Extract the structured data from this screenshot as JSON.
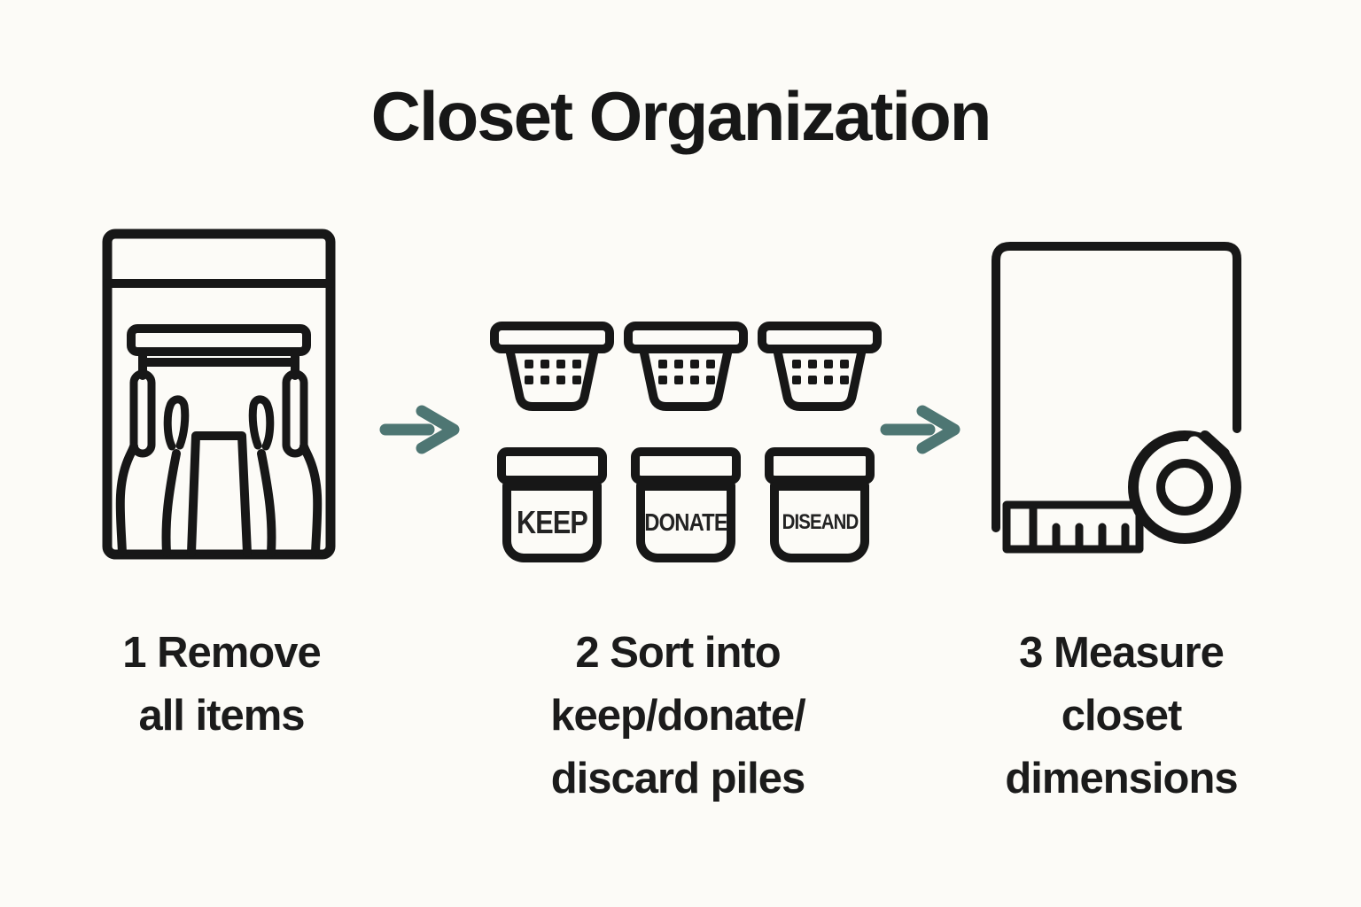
{
  "title": "Closet Organization",
  "colors": {
    "background": "#fcfbf7",
    "ink": "#171717",
    "arrow": "#4e7673"
  },
  "steps": [
    {
      "number": "1",
      "label": "1 Remove\nall items",
      "icon": "closet-remove-items-icon"
    },
    {
      "number": "2",
      "label": "2 Sort into\nkeep/donate/\ndiscard piles",
      "icon": "sort-containers-icon"
    },
    {
      "number": "3",
      "label": "3 Measure\ncloset\ndimensions",
      "icon": "measuring-tape-closet-icon"
    }
  ],
  "sort": {
    "baskets": [
      "laundry-basket-icon",
      "laundry-basket-icon",
      "laundry-basket-icon"
    ],
    "jars": [
      {
        "label": "KEEP"
      },
      {
        "label": "DONATE"
      },
      {
        "label": "DISEAND"
      }
    ]
  },
  "arrows": [
    "right-arrow-icon",
    "right-arrow-icon"
  ]
}
